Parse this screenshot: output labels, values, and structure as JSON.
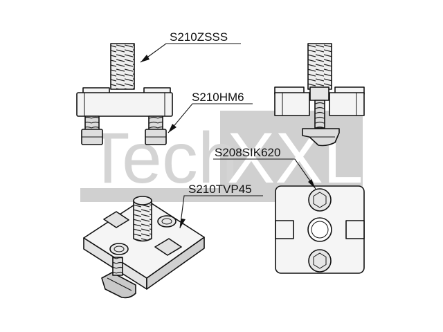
{
  "watermark": {
    "text_left": "Tech",
    "text_right": "XXL",
    "color": "#c8c8c8"
  },
  "labels": {
    "zsss": "S210ZSSS",
    "hm6": "S210HM6",
    "sik": "S208SIK620",
    "tvp": "S210TVP45"
  },
  "colors": {
    "outline": "#111111",
    "face_light": "#f4f4f4",
    "face_mid": "#e2e2e2",
    "face_dark": "#bdbdbd",
    "watermark_bg": "#d0d0d0"
  }
}
